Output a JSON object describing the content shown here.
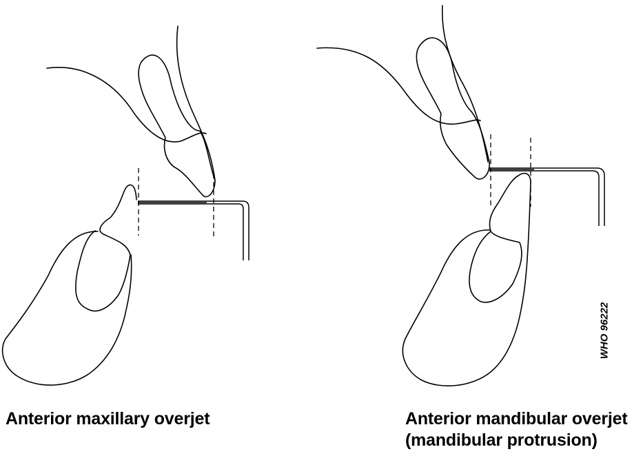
{
  "captions": {
    "left": "Anterior maxillary overjet",
    "right_line1": "Anterior mandibular overjet",
    "right_line2": "(mandibular protrusion)"
  },
  "code_label": "WHO 96222"
}
